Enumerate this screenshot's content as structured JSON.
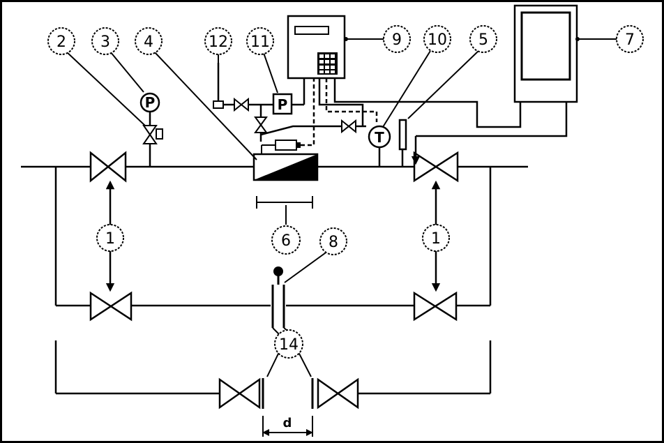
{
  "callouts": {
    "c1a": "1",
    "c1b": "1",
    "c2": "2",
    "c3": "3",
    "c4": "4",
    "c5": "5",
    "c6": "6",
    "c7": "7",
    "c8": "8",
    "c9": "9",
    "c10": "10",
    "c11": "11",
    "c12": "12",
    "c14": "14"
  },
  "instruments": {
    "pressure_gauge": "P",
    "pressure_transmitter": "P",
    "temperature_sensor": "T"
  },
  "dimension_label": "d"
}
